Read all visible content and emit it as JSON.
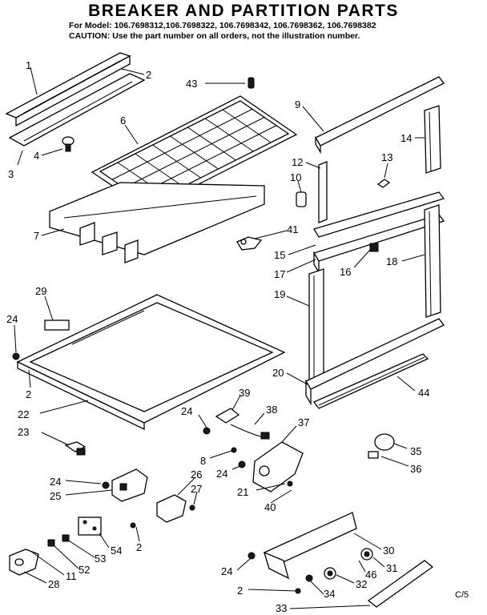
{
  "header": {
    "title": "BREAKER AND PARTITION PARTS",
    "models": "For Model: 106.7698312,106.7698322, 106.7698342, 106.7698362, 106.7698382",
    "caution": "CAUTION: Use the part number on all orders, not the illustration number."
  },
  "callouts": [
    "1",
    "2",
    "3",
    "4",
    "6",
    "7",
    "43",
    "9",
    "14",
    "12",
    "13",
    "10",
    "41",
    "15",
    "16",
    "17",
    "18",
    "19",
    "29",
    "24",
    "2",
    "22",
    "23",
    "20",
    "44",
    "39",
    "38",
    "37",
    "24",
    "8",
    "24",
    "26",
    "27",
    "21",
    "40",
    "25",
    "24",
    "35",
    "36",
    "2",
    "54",
    "53",
    "52",
    "11",
    "28",
    "30",
    "31",
    "46",
    "24",
    "32",
    "34",
    "2",
    "33"
  ],
  "footer": {
    "code": "C/5"
  }
}
